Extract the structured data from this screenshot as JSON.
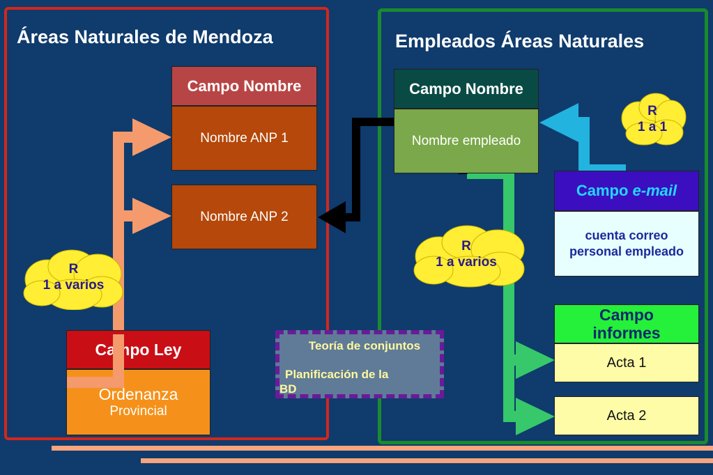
{
  "left_panel": {
    "title": "Áreas Naturales de Mendoza",
    "table_nombre": {
      "header": "Campo Nombre",
      "rows": [
        "Nombre ANP 1",
        "Nombre ANP 2"
      ]
    },
    "table_ley": {
      "header": "Campo Ley",
      "value_line1": "Ordenanza",
      "value_line2": "Provincial"
    },
    "relation": {
      "symbol": "R",
      "label": "1 a varios"
    }
  },
  "right_panel": {
    "title": "Empleados Áreas Naturales",
    "table_nombre": {
      "header": "Campo Nombre",
      "value": "Nombre empleado"
    },
    "table_email": {
      "header_prefix": "Campo ",
      "header_italic": "e-mail",
      "value_line1": "cuenta correo",
      "value_line2": "personal empleado"
    },
    "table_informes": {
      "header_line1": "Campo",
      "header_line2": "informes",
      "rows": [
        "Acta 1",
        "Acta 2"
      ]
    },
    "relation_email": {
      "symbol": "R",
      "label": "1 a 1"
    },
    "relation_informes": {
      "symbol": "R",
      "label": "1 a varios"
    }
  },
  "sets_note": {
    "line1": "Teoría de conjuntos",
    "line2": "Planificación de la",
    "line3": "BD"
  },
  "colors": {
    "background": "#0f3b6d",
    "left_border": "#d3271c",
    "right_border": "#1a8a2e",
    "arrow_salmon": "#f49a6c",
    "arrow_green": "#36c86a",
    "arrow_blue": "#22b3de",
    "arrow_black": "#000000",
    "cloud": "#ffee33"
  }
}
